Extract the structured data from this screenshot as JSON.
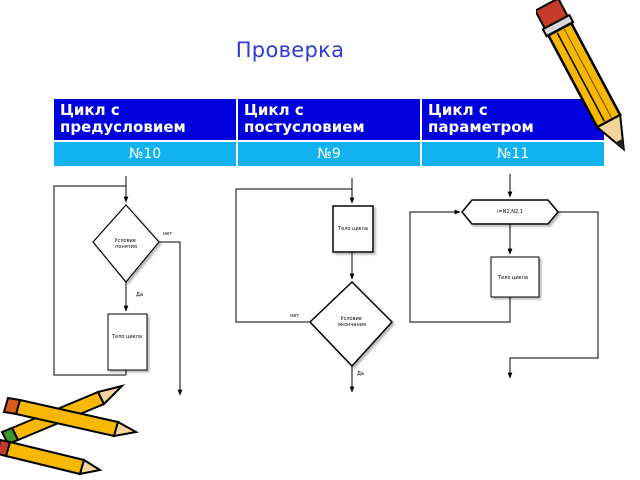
{
  "slide": {
    "title": "Проверка"
  },
  "table": {
    "columns": [
      {
        "header": "Цикл с предусловием",
        "number": "№10"
      },
      {
        "header": "Цикл с постусловием",
        "number": "№9"
      },
      {
        "header": "Цикл с параметром",
        "number": "№11"
      }
    ]
  },
  "flowcharts": {
    "precondition": {
      "condition": "Условие\nпонятия",
      "body": "Тело цикла",
      "no": "нет",
      "yes": "Да"
    },
    "postcondition": {
      "body": "Тело цикла",
      "condition": "Условие\nокончания",
      "no": "нет",
      "yes": "Да"
    },
    "parameter": {
      "header": "i=N1,N2,1",
      "body": "Тело цикла"
    }
  },
  "colors": {
    "title": "#2f3bd6",
    "header_bg": "#0000dd",
    "number_bg": "#12b2f0",
    "pencil_yellow": "#f6b800",
    "pencil_outline": "#000000"
  }
}
